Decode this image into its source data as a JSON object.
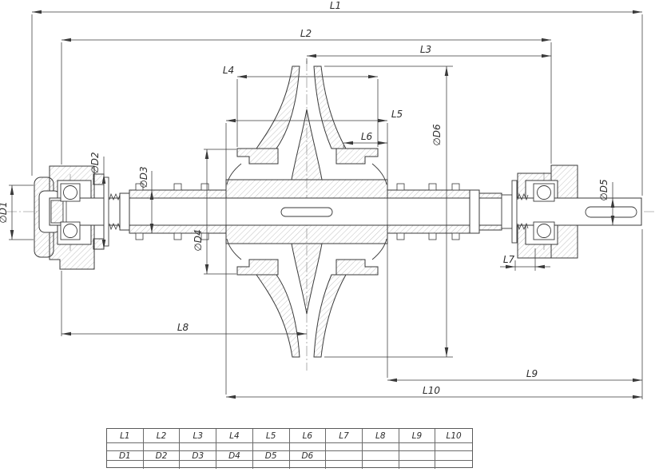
{
  "sheet": {
    "background": "#ffffff",
    "line_color": "#3a3a3a",
    "hatch_color": "#9a9a9a"
  },
  "dimensions": {
    "lengths": {
      "L1": "L1",
      "L2": "L2",
      "L3": "L3",
      "L4": "L4",
      "L5": "L5",
      "L6": "L6",
      "L7": "L7",
      "L8": "L8",
      "L9": "L9",
      "L10": "L10"
    },
    "diameters": {
      "D1": "∅D1",
      "D2": "∅D2",
      "D3": "∅D3",
      "D4": "∅D4",
      "D5": "∅D5",
      "D6": "∅D6"
    }
  },
  "table": {
    "l_row": [
      "L1",
      "L2",
      "L3",
      "L4",
      "L5",
      "L6",
      "L7",
      "L8",
      "L9",
      "L10"
    ],
    "d_row": [
      "D1",
      "D2",
      "D3",
      "D4",
      "D5",
      "D6",
      "",
      "",
      "",
      ""
    ]
  }
}
